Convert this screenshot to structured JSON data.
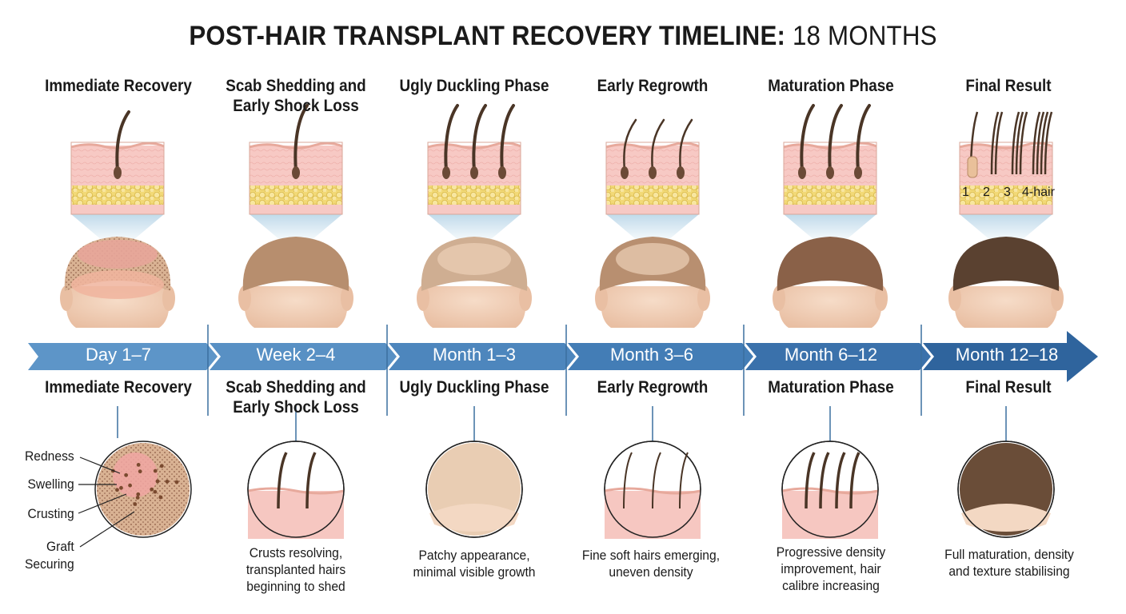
{
  "title": {
    "bold": "POST-HAIR TRANSPLANT RECOVERY TIMELINE:",
    "light": " 18 MONTHS"
  },
  "stages": [
    {
      "name": "Immediate Recovery",
      "period": "Day 1–7",
      "caption": []
    },
    {
      "name": "Scab Shedding and Early Shock Loss",
      "period": "Week 2–4",
      "caption": [
        "Crusts resolving,",
        "transplanted hairs",
        "beginning to shed"
      ]
    },
    {
      "name": "Ugly Duckling Phase",
      "period": "Month 1–3",
      "caption": [
        "Patchy appearance,",
        "minimal visible growth"
      ]
    },
    {
      "name": "Early Regrowth",
      "period": "Month 3–6",
      "caption": [
        "Fine soft hairs emerging,",
        "uneven density"
      ]
    },
    {
      "name": "Maturation Phase",
      "period": "Month 6–12",
      "caption": [
        "Progressive density",
        "improvement, hair",
        "calibre increasing"
      ]
    },
    {
      "name": "Final Result",
      "period": "Month 12–18",
      "caption": [
        "Full maturation, density",
        "and texture stabilising"
      ]
    }
  ],
  "stage1_callouts": [
    "Redness",
    "Swelling",
    "Crusting",
    "Graft",
    "Securing"
  ],
  "follicle_unit_labels": [
    "1",
    "2",
    "3",
    "4-hair"
  ],
  "colors": {
    "arrow_light": "#5b93c6",
    "arrow_dark": "#2a5f96",
    "skin": "#f2d3c0",
    "dermis": "#f6c6c0",
    "fat": "#f3dc8a",
    "hair": "#4a3526"
  }
}
